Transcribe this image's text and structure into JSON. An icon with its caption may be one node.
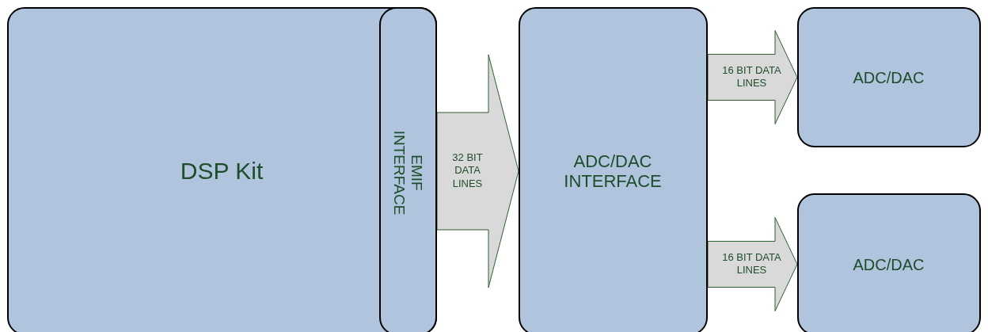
{
  "diagram": {
    "nodes": [
      {
        "text": [
          "DSP Kit"
        ]
      },
      {
        "text": [
          "EMIF INTERFACE"
        ],
        "in": 0
      },
      {
        "text": [
          "ADC/DAC INTERFACE"
        ]
      },
      {
        "text": [
          "ADC/DAC"
        ]
      },
      {
        "text": [
          "ADC/DAC"
        ]
      }
    ],
    "edges": [
      {
        "from": 1,
        "to": 2,
        "arrow": "to",
        "label": "32 BIT DATA LINES"
      },
      {
        "from": 2,
        "to": 3,
        "arrow": "to",
        "label": "16 BIT DATA LINES"
      },
      {
        "from": 2,
        "to": 4,
        "arrow": "to",
        "label": "16 BIT DATA LINES"
      }
    ]
  }
}
